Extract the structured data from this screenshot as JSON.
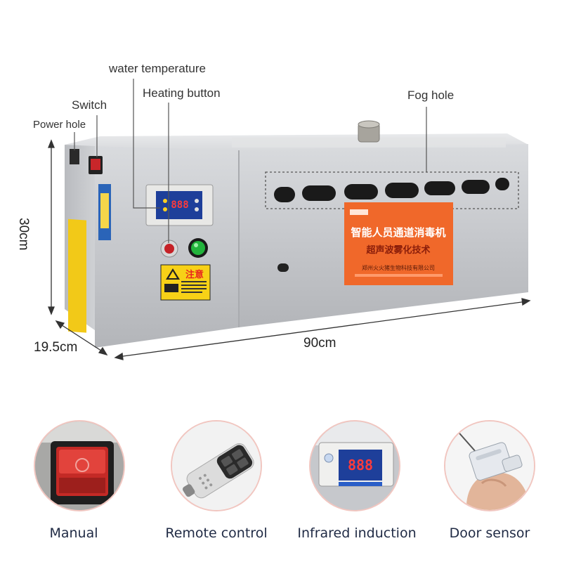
{
  "callouts": {
    "water_temperature": "water temperature",
    "heating_button": "Heating button",
    "switch": "Switch",
    "power_hole": "Power hole",
    "fog_hole": "Fog hole"
  },
  "dimensions": {
    "height": "30cm",
    "depth": "19.5cm",
    "width": "90cm"
  },
  "panel": {
    "brand_title": "智能人员通道消毒机",
    "brand_subtitle": "超声波雾化技术",
    "company": "郑州火火猪生物科技有限公司",
    "warning_title": "注意",
    "display_digits": "888"
  },
  "modes": [
    {
      "caption": "Manual",
      "icon": "rocker-switch-icon"
    },
    {
      "caption": "Remote control",
      "icon": "remote-control-icon"
    },
    {
      "caption": "Infrared induction",
      "icon": "infrared-sensor-icon"
    },
    {
      "caption": "Door sensor",
      "icon": "door-sensor-icon"
    }
  ],
  "colors": {
    "steel": "#c9cbcf",
    "orange_label": "#f0682a",
    "warning_yellow": "#f7d117",
    "display_red": "#ff3b3b",
    "display_blue": "#2a5ec8",
    "circle_border": "#f1c6c0",
    "caption_text": "#1f2a44"
  }
}
